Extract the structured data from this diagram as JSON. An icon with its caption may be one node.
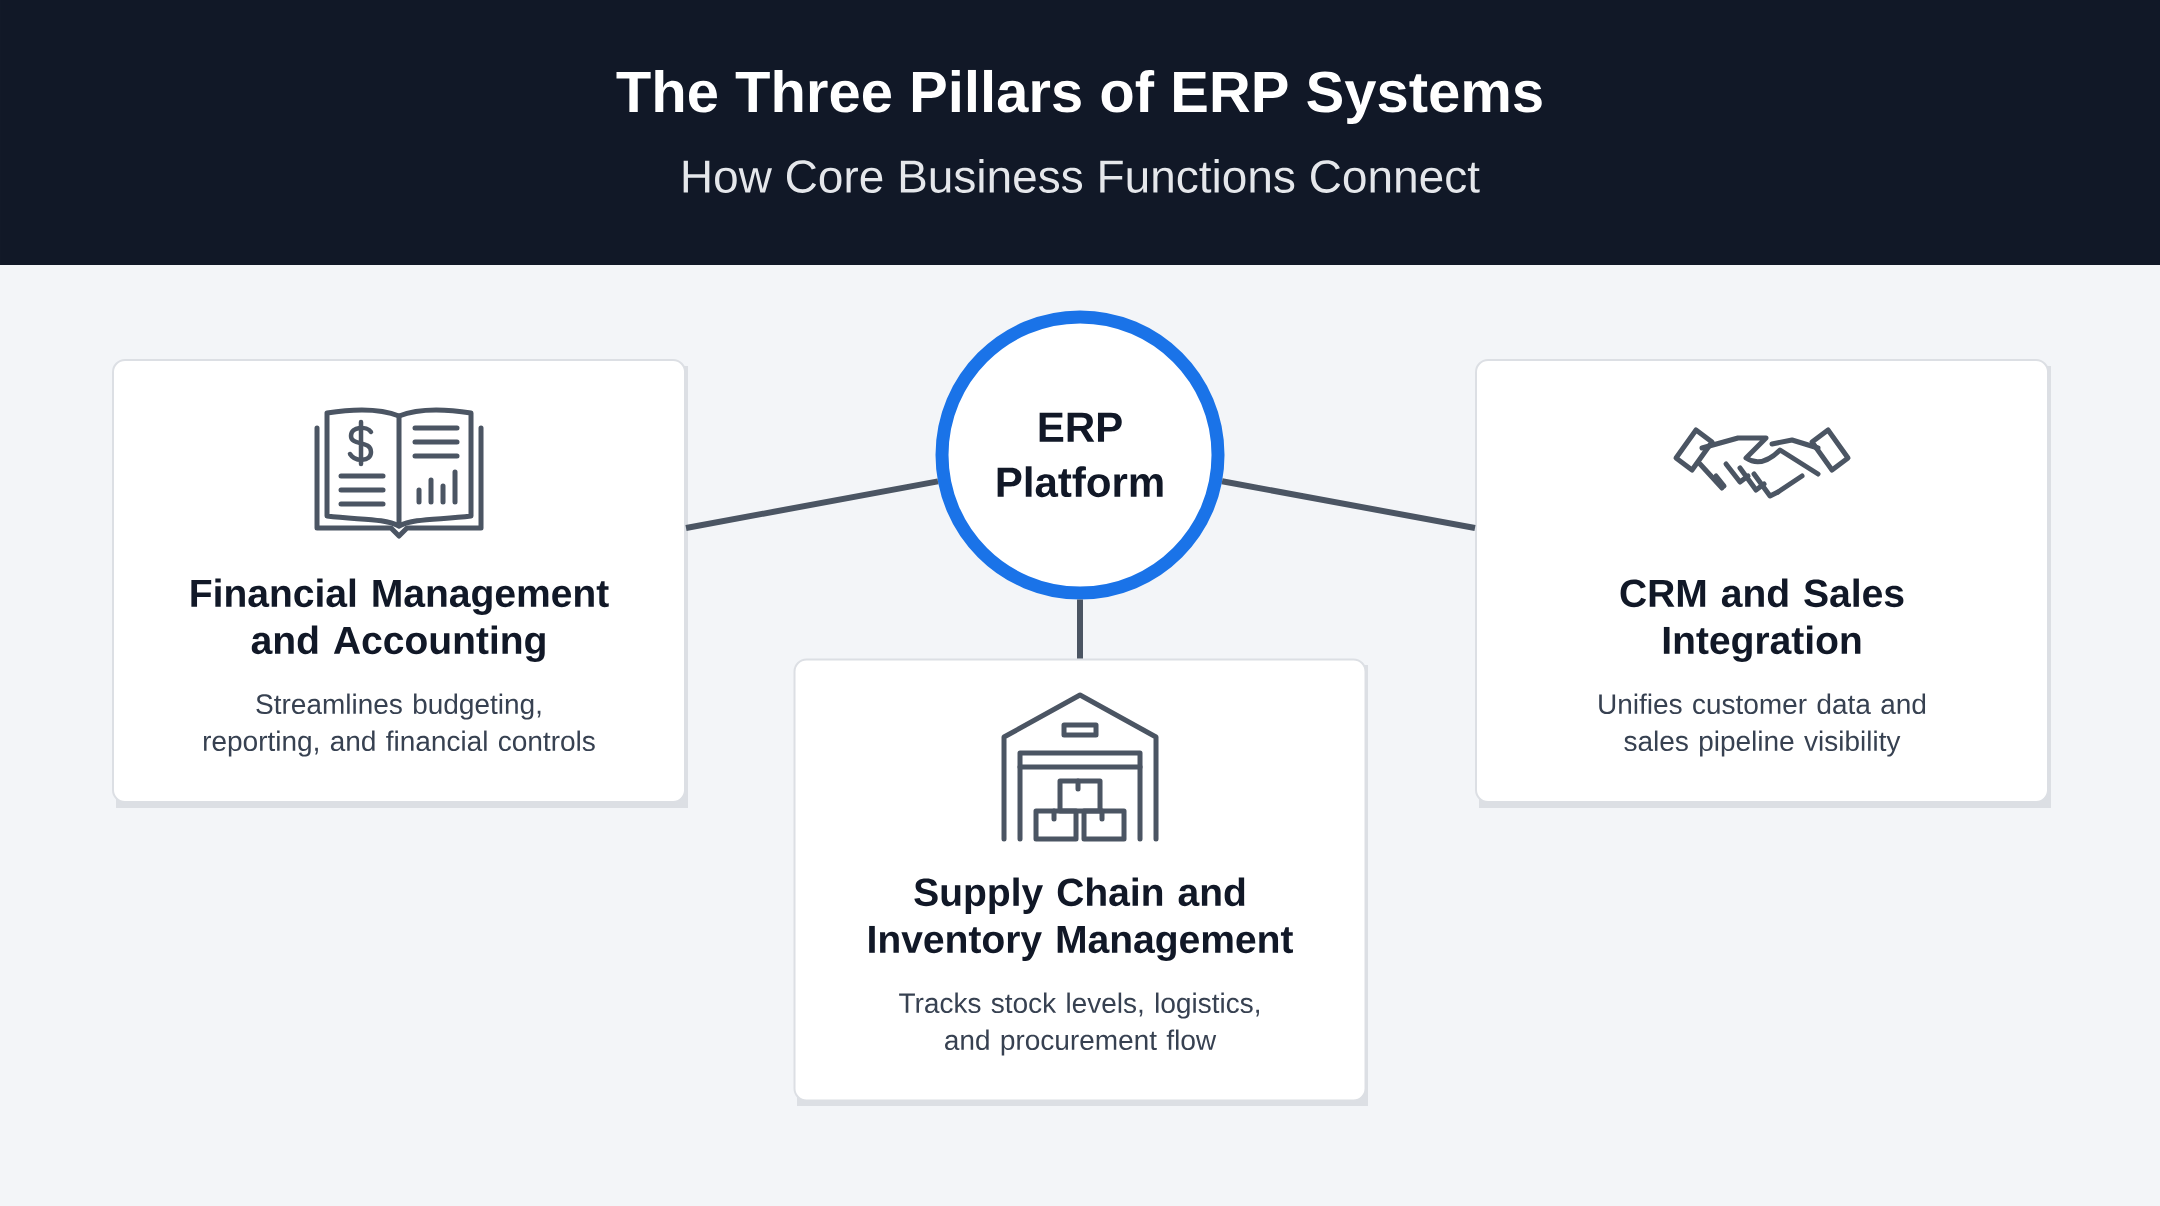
{
  "diagram": {
    "title": "The Three Pillars of ERP Systems",
    "caption": "How Core Business Functions Connect",
    "nodes": [
      {
        "text": [
          "Financial Management and Accounting",
          "Streamlines budgeting, reporting, and financial controls"
        ]
      },
      {
        "text": [
          "ERP Platform"
        ]
      },
      {
        "text": [
          "CRM and Sales Integration",
          "Unifies customer data and sales pipeline visibility"
        ]
      },
      {
        "text": [
          "Supply Chain and Inventory Management",
          "Tracks stock levels, logistics, and procurement flow"
        ]
      }
    ],
    "edges": [
      {
        "from": 1,
        "to": 0,
        "arrow": "none"
      },
      {
        "from": 1,
        "to": 2,
        "arrow": "none"
      },
      {
        "from": 1,
        "to": 3,
        "arrow": "none"
      }
    ]
  }
}
